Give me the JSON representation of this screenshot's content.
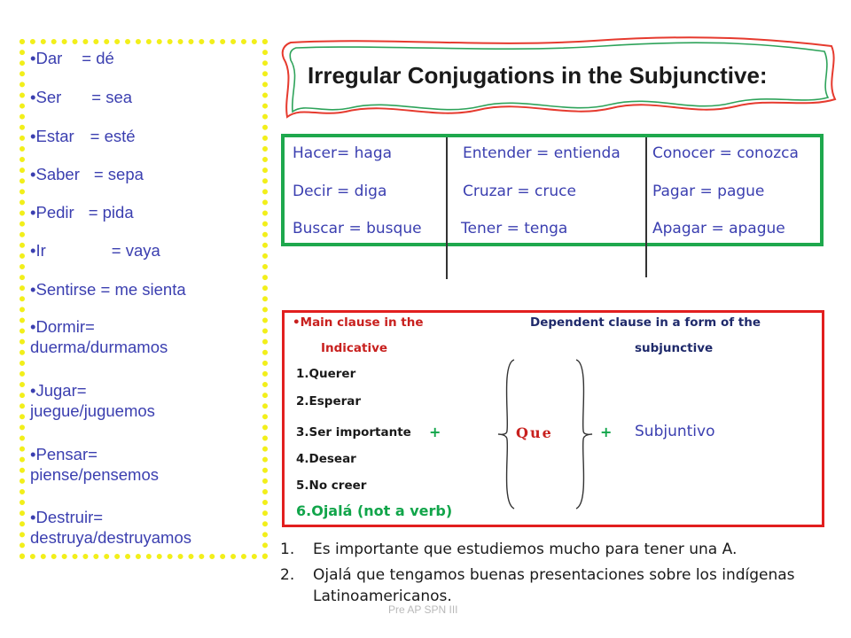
{
  "title": "Irregular Conjugations in the Subjunctive:",
  "left_list": [
    {
      "verb": "Dar",
      "form": "= dé"
    },
    {
      "verb": "Ser",
      "form": "= sea"
    },
    {
      "verb": "Estar",
      "form": "= esté"
    },
    {
      "verb": "Saber",
      "form": "= sepa"
    },
    {
      "verb": "Pedir",
      "form": "= pida"
    },
    {
      "verb": "Ir",
      "form": "= vaya"
    },
    {
      "verb": "Sentirse",
      "form": "= me sienta"
    },
    {
      "verb": "Dormir=",
      "form": "duerma/durmamos"
    },
    {
      "verb": "Jugar=",
      "form": "juegue/juguemos"
    },
    {
      "verb": "Pensar=",
      "form": "piense/pensemos"
    },
    {
      "verb": "Destruir=",
      "form": "destruya/destruyamos"
    }
  ],
  "verb_grid": {
    "col1": [
      "Hacer= haga",
      "Decir  = diga",
      "Buscar = busque"
    ],
    "col2": [
      "Entender = entienda",
      "Cruzar = cruce",
      " Tener = tenga"
    ],
    "col3": [
      "Conocer = conozca",
      "Pagar = pague",
      "Apagar = apague"
    ]
  },
  "clauses": {
    "main_label_line1": "Main clause in the",
    "main_label_line2": "Indicative",
    "dependent_label_line1": "Dependent clause in a form of the",
    "dependent_label_line2": "subjunctive",
    "main_verbs": [
      "1.Querer",
      "2.Esperar",
      "3.Ser importante",
      "4.Desear",
      "5.No creer"
    ],
    "ojala": "6.Ojalá (not a verb)",
    "plus": "+",
    "que": "Que",
    "result": "Subjuntivo"
  },
  "examples": [
    {
      "num": "1.",
      "text": "Es importante que estudiemos mucho para tener una A."
    },
    {
      "num": "2.",
      "text": "Ojalá que tengamos buenas presentaciones sobre los indígenas Latinoamericanos."
    }
  ],
  "footer": "Pre AP SPN III",
  "colors": {
    "yellow_border": "#f2ef1a",
    "green_border": "#1ea84d",
    "red_border": "#e21f1f",
    "text_blue": "#3b3fb0",
    "squiggle_red": "#e63a2e",
    "squiggle_green": "#2ea35a"
  }
}
